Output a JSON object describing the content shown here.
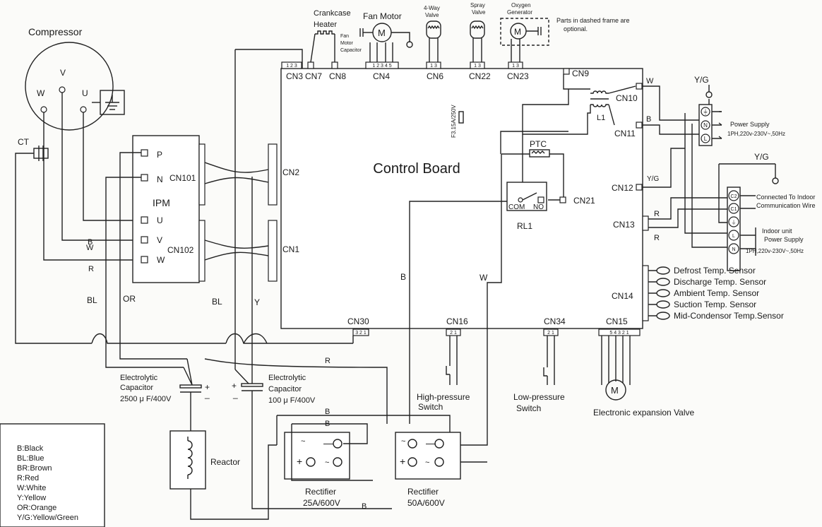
{
  "title": "Control Board",
  "compressor": {
    "label": "Compressor",
    "terminals": [
      "W",
      "V",
      "U"
    ]
  },
  "ct_label": "CT",
  "ipm": {
    "label": "IPM",
    "pins": [
      "P",
      "N",
      "U",
      "V",
      "W"
    ],
    "cn101": "CN101",
    "cn102": "CN102"
  },
  "top_components": {
    "crankcase_heater": [
      "Crankcase",
      "Heater"
    ],
    "fan_motor": "Fan Motor",
    "fan_capacitor": [
      "Fan",
      "Motor",
      "Capacitor"
    ],
    "four_way_valve": [
      "4-Way",
      "Valve"
    ],
    "spray_valve": [
      "Spray",
      "Valve"
    ],
    "oxygen_generator": [
      "Oxygen",
      "Generator"
    ],
    "optional_note": [
      "Parts in dashed frame are",
      "optional."
    ]
  },
  "connectors": {
    "cn3": "CN3",
    "cn7": "CN7",
    "cn8": "CN8",
    "cn4": "CN4",
    "cn6": "CN6",
    "cn22": "CN22",
    "cn23": "CN23",
    "cn9": "CN9",
    "cn10": "CN10",
    "cn11": "CN11",
    "cn12": "CN12",
    "cn13": "CN13",
    "cn14": "CN14",
    "cn15": "CN15",
    "cn34": "CN34",
    "cn16": "CN16",
    "cn30": "CN30",
    "cn21": "CN21",
    "cn2": "CN2",
    "cn1": "CN1"
  },
  "pin_numbers": {
    "cn3": "1 2 3",
    "cn4": "1 2 3 4 5",
    "cn6": "1 3",
    "cn22": "1 3",
    "cn23": "1 3",
    "cn30": "3 2 1",
    "cn16": "2 1",
    "cn34": "2 1",
    "cn15": "5 4 3 2 1"
  },
  "fuse": "F3.15A/250V",
  "relay": {
    "ptc": "PTC",
    "com": "COM",
    "no": "NO",
    "rl1": "RL1",
    "l1": "L1"
  },
  "power_supply": {
    "label": "Power Supply",
    "spec": "1PH,220v-230V~,50Hz",
    "terminals": [
      "⏚",
      "N",
      "L"
    ]
  },
  "indoor": {
    "connected": "Connected To Indoor",
    "communication": "Communication Wire",
    "unit": "Indoor unit",
    "power": "Power Supply",
    "spec": "1PH,220v-230V~,50Hz",
    "terminals": [
      "C2",
      "C1",
      "⏚",
      "L",
      "N"
    ]
  },
  "ground_labels": [
    "Y/G",
    "Y/G",
    "Y/G"
  ],
  "sensors": [
    "Defrost Temp. Sensor",
    "Discharge Temp. Sensor",
    "Ambient Temp. Sensor",
    "Suction Temp. Sensor",
    "Mid-Condensor Temp.Sensor"
  ],
  "wire_labels": {
    "b": "B",
    "w": "W",
    "r": "R",
    "bl": "BL",
    "or": "OR",
    "y": "Y"
  },
  "capacitors": {
    "c1": [
      "Electrolytic",
      "Capacitor",
      "2500 μ F/400V"
    ],
    "c2": [
      "Electrolytic",
      "Capacitor",
      "100 μ F/400V"
    ]
  },
  "reactor": "Reactor",
  "rectifier1": [
    "Rectifier",
    "25A/600V"
  ],
  "rectifier2": [
    "Rectifier",
    "50A/600V"
  ],
  "high_switch": [
    "High-pressure",
    "Switch"
  ],
  "low_switch": [
    "Low-pressure",
    "Switch"
  ],
  "eev": "Electronic expansion Valve",
  "legend": [
    "B:Black",
    "BL:Blue",
    "BR:Brown",
    "R:Red",
    "W:White",
    "Y:Yellow",
    "OR:Orange",
    "Y/G:Yellow/Green"
  ]
}
